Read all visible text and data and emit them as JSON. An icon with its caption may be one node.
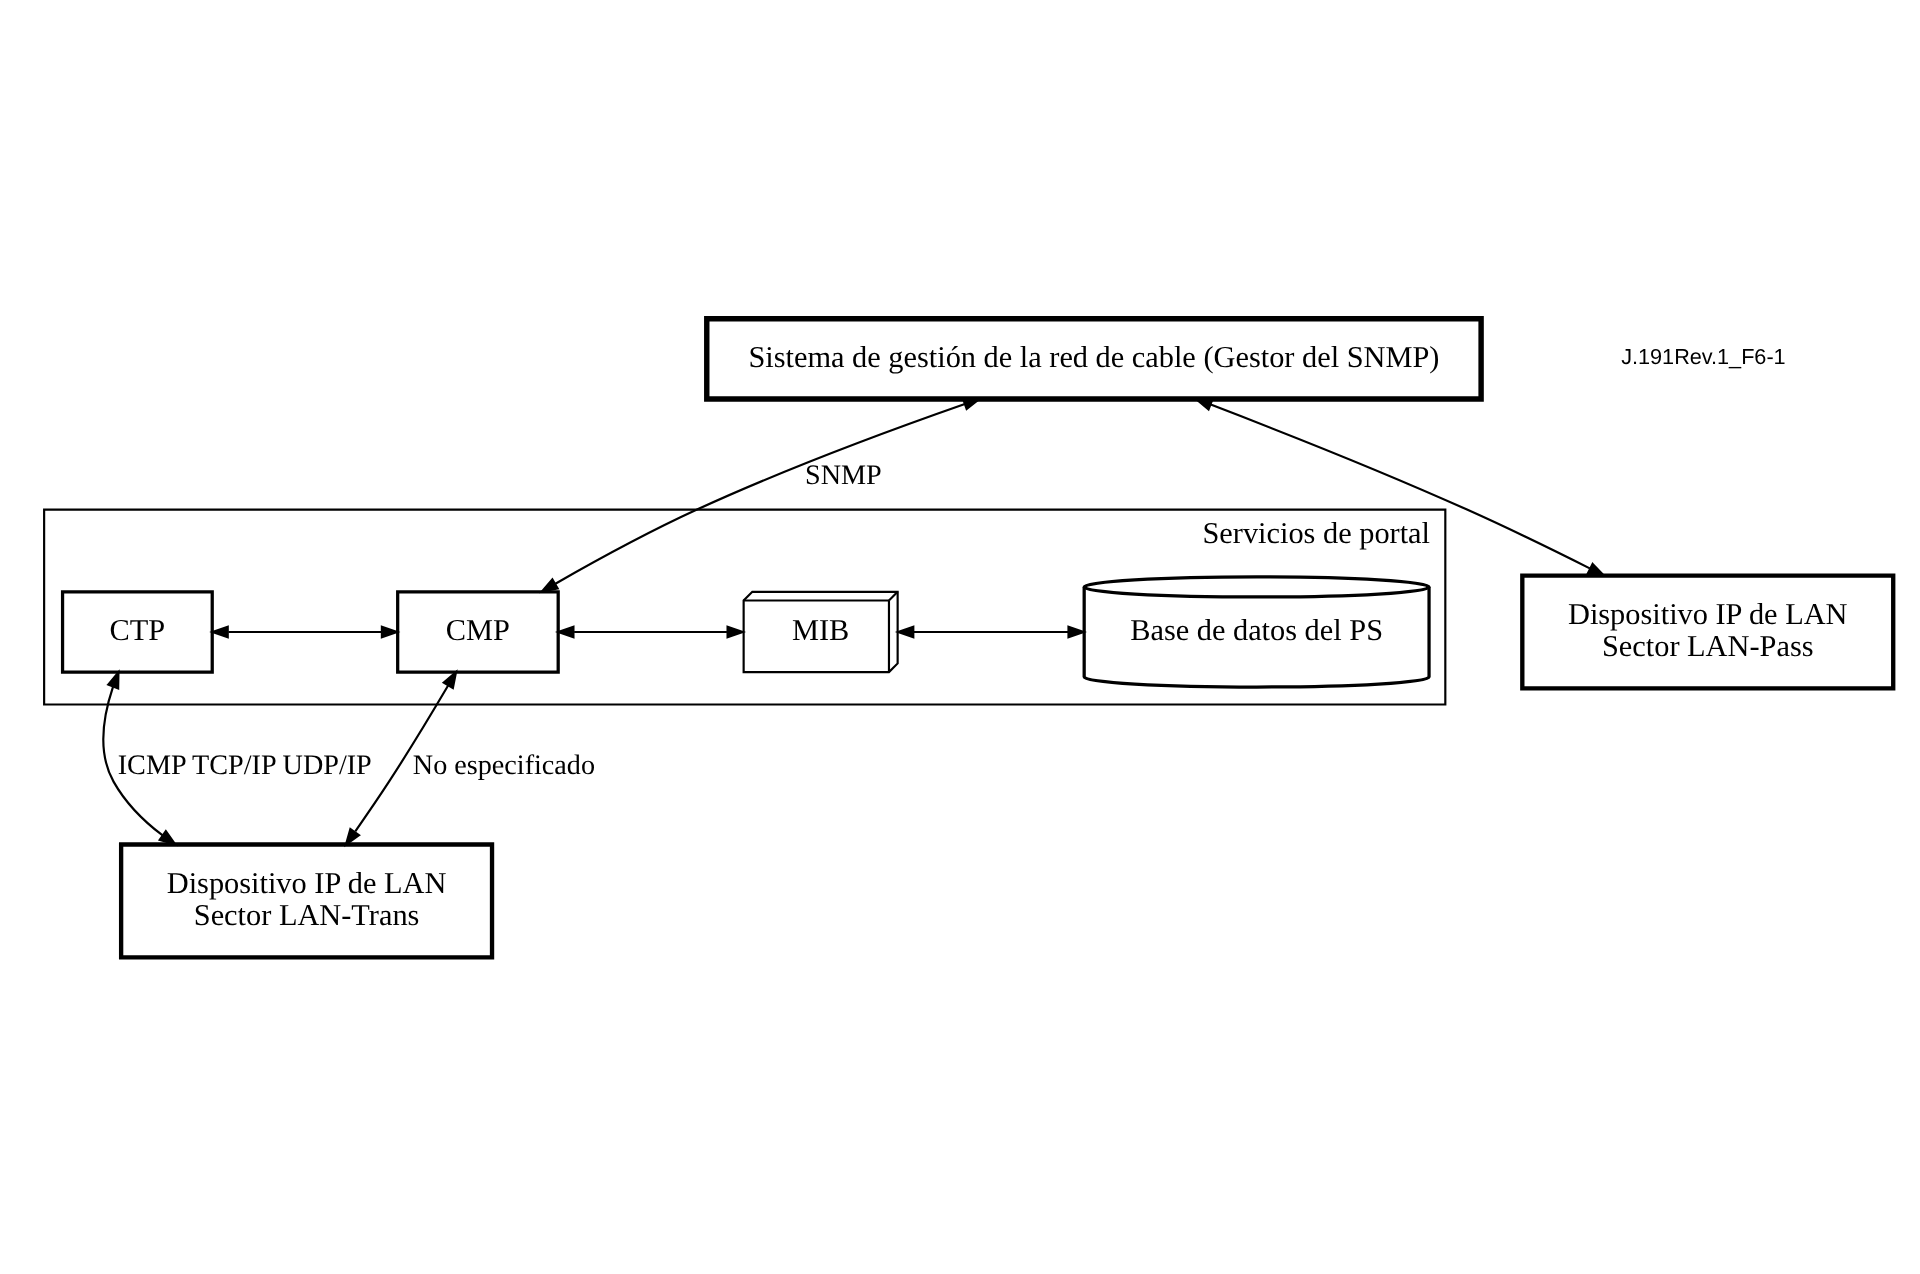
{
  "diagram": {
    "nodes": [
      {
        "text": [
          "Sistema de gestión de la red de cable (Gestor del SNMP)"
        ]
      },
      {
        "text": [
          "Servicios de portal"
        ]
      },
      {
        "text": [
          "CTP"
        ],
        "in": 1
      },
      {
        "text": [
          "CMP"
        ],
        "in": 1
      },
      {
        "text": [
          "MIB"
        ],
        "in": 1
      },
      {
        "text": [
          "Base de datos del PS"
        ],
        "in": 1
      },
      {
        "text": [
          "Dispositivo IP de LAN",
          "Sector LAN-Pass"
        ]
      },
      {
        "text": [
          "Dispositivo IP de LAN",
          "Sector LAN-Trans"
        ]
      }
    ],
    "edges": [
      {
        "from": 0,
        "to": 6,
        "arrow": "both"
      },
      {
        "from": 0,
        "to": 3,
        "arrow": "both",
        "label": "SNMP"
      },
      {
        "from": 2,
        "to": 3,
        "arrow": "both"
      },
      {
        "from": 3,
        "to": 4,
        "arrow": "both"
      },
      {
        "from": 4,
        "to": 5,
        "arrow": "both"
      },
      {
        "from": 2,
        "to": 7,
        "arrow": "both",
        "label": "ICMP TCP/IP UDP/IP"
      },
      {
        "from": 3,
        "to": 7,
        "arrow": "both",
        "label": "No especificado"
      }
    ],
    "labels": [
      "J.191Rev.1_F6-1"
    ]
  }
}
